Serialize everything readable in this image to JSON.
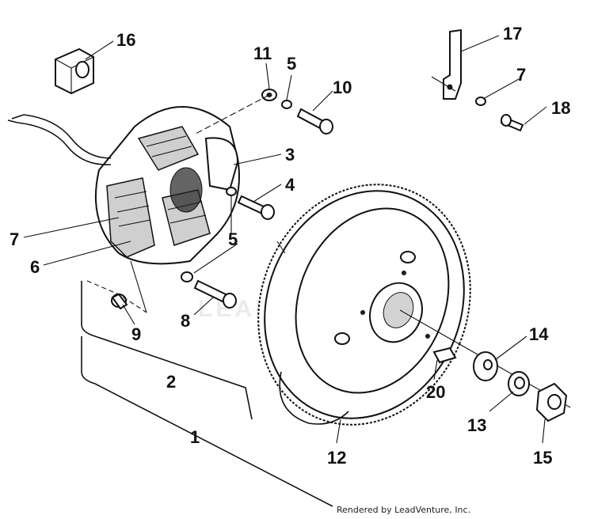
{
  "callouts": {
    "c1": "1",
    "c2": "2",
    "c3": "3",
    "c4": "4",
    "c5a": "5",
    "c5b": "5",
    "c6": "6",
    "c7a": "7",
    "c7b": "7",
    "c8": "8",
    "c9": "9",
    "c10": "10",
    "c11": "11",
    "c12": "12",
    "c13": "13",
    "c14": "14",
    "c15": "15",
    "c16": "16",
    "c17": "17",
    "c18": "18",
    "c20": "20"
  },
  "watermark": "LEADVENTURE",
  "credit": "Rendered by LeadVenture, Inc."
}
